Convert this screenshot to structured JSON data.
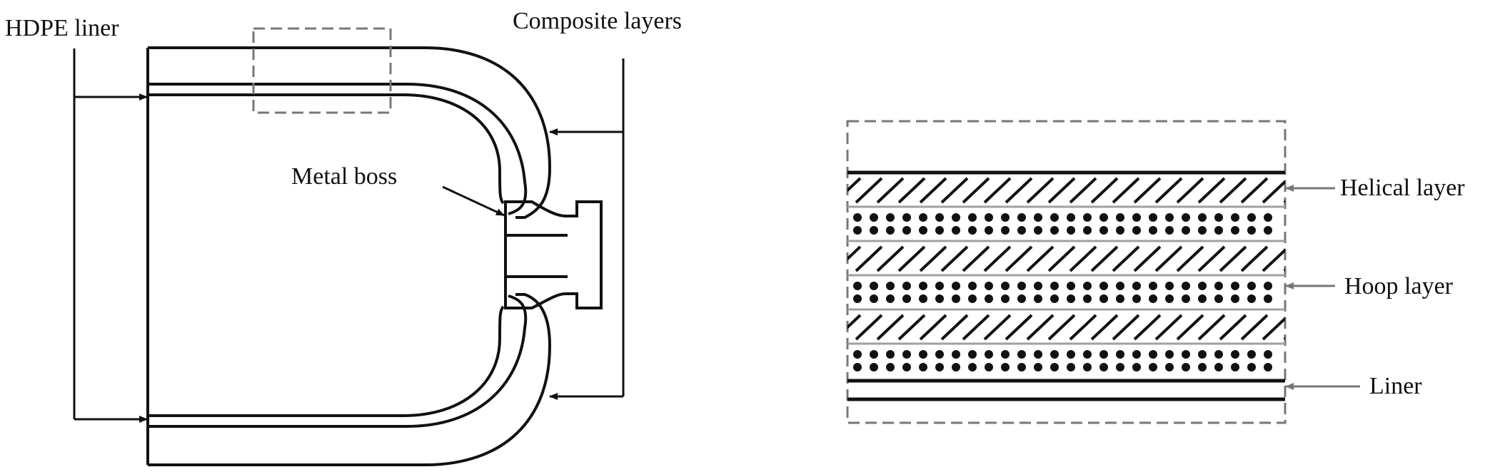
{
  "labels": {
    "hdpe_liner": "HDPE liner",
    "composite_layers": "Composite layers",
    "metal_boss": "Metal boss",
    "helical_layer": "Helical layer",
    "hoop_layer": "Hoop layer",
    "liner": "Liner"
  },
  "colors": {
    "line": "#111111",
    "dashed": "#777777",
    "gray_arrow": "#777777",
    "layer_separator": "#a0a0a0"
  },
  "layer_stack": [
    "helical",
    "hoop",
    "helical",
    "hoop",
    "helical",
    "hoop"
  ]
}
